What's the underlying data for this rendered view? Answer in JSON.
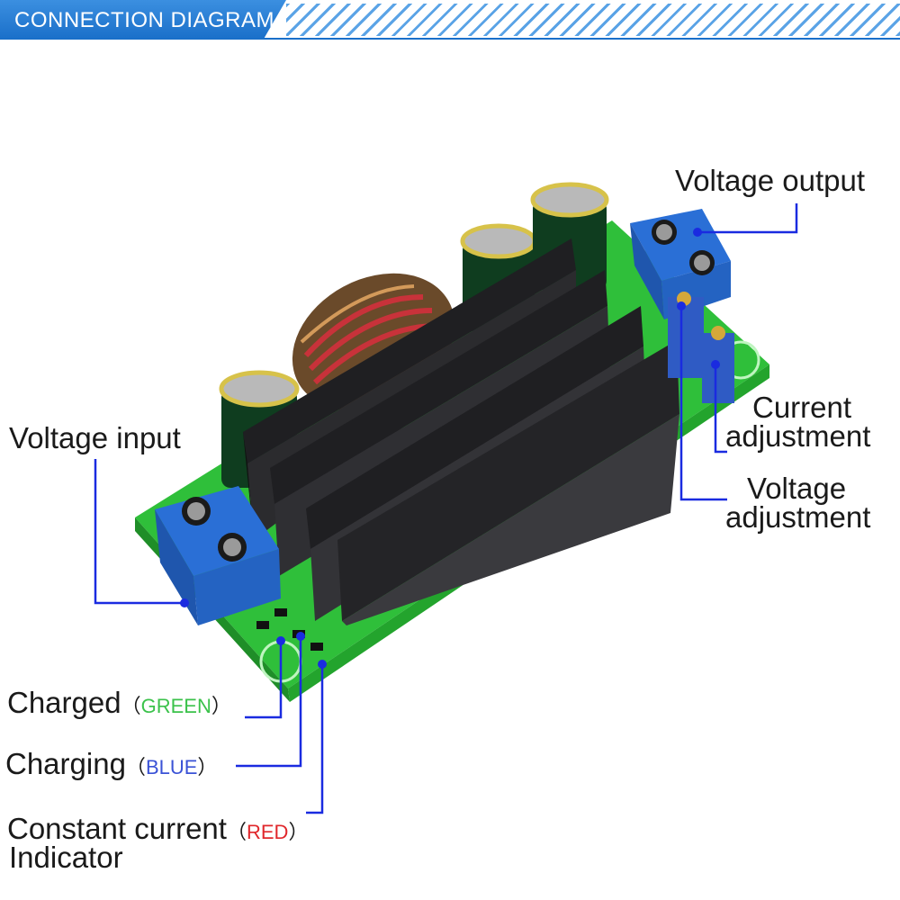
{
  "banner": {
    "title": "CONNECTION DIAGRAM"
  },
  "labels": {
    "voltage_output": "Voltage output",
    "voltage_input": "Voltage input",
    "current_adjustment_1": "Current",
    "current_adjustment_2": "adjustment",
    "voltage_adjustment_1": "Voltage",
    "voltage_adjustment_2": "adjustment",
    "charged": "Charged",
    "charged_color": "GREEN",
    "charging": "Charging",
    "charging_color": "BLUE",
    "constant_current": "Constant current",
    "constant_current_color": "RED",
    "indicator": "Indicator"
  },
  "colors": {
    "accent": "#1a6fc9",
    "leader_line": "#1a2be0",
    "pcb": "#2fbf3a",
    "terminal": "#2a6fd6",
    "heatsink": "#2b2b2e",
    "green_led": "#3bc24b",
    "blue_led": "#3a52d6",
    "red_led": "#e0272b"
  }
}
